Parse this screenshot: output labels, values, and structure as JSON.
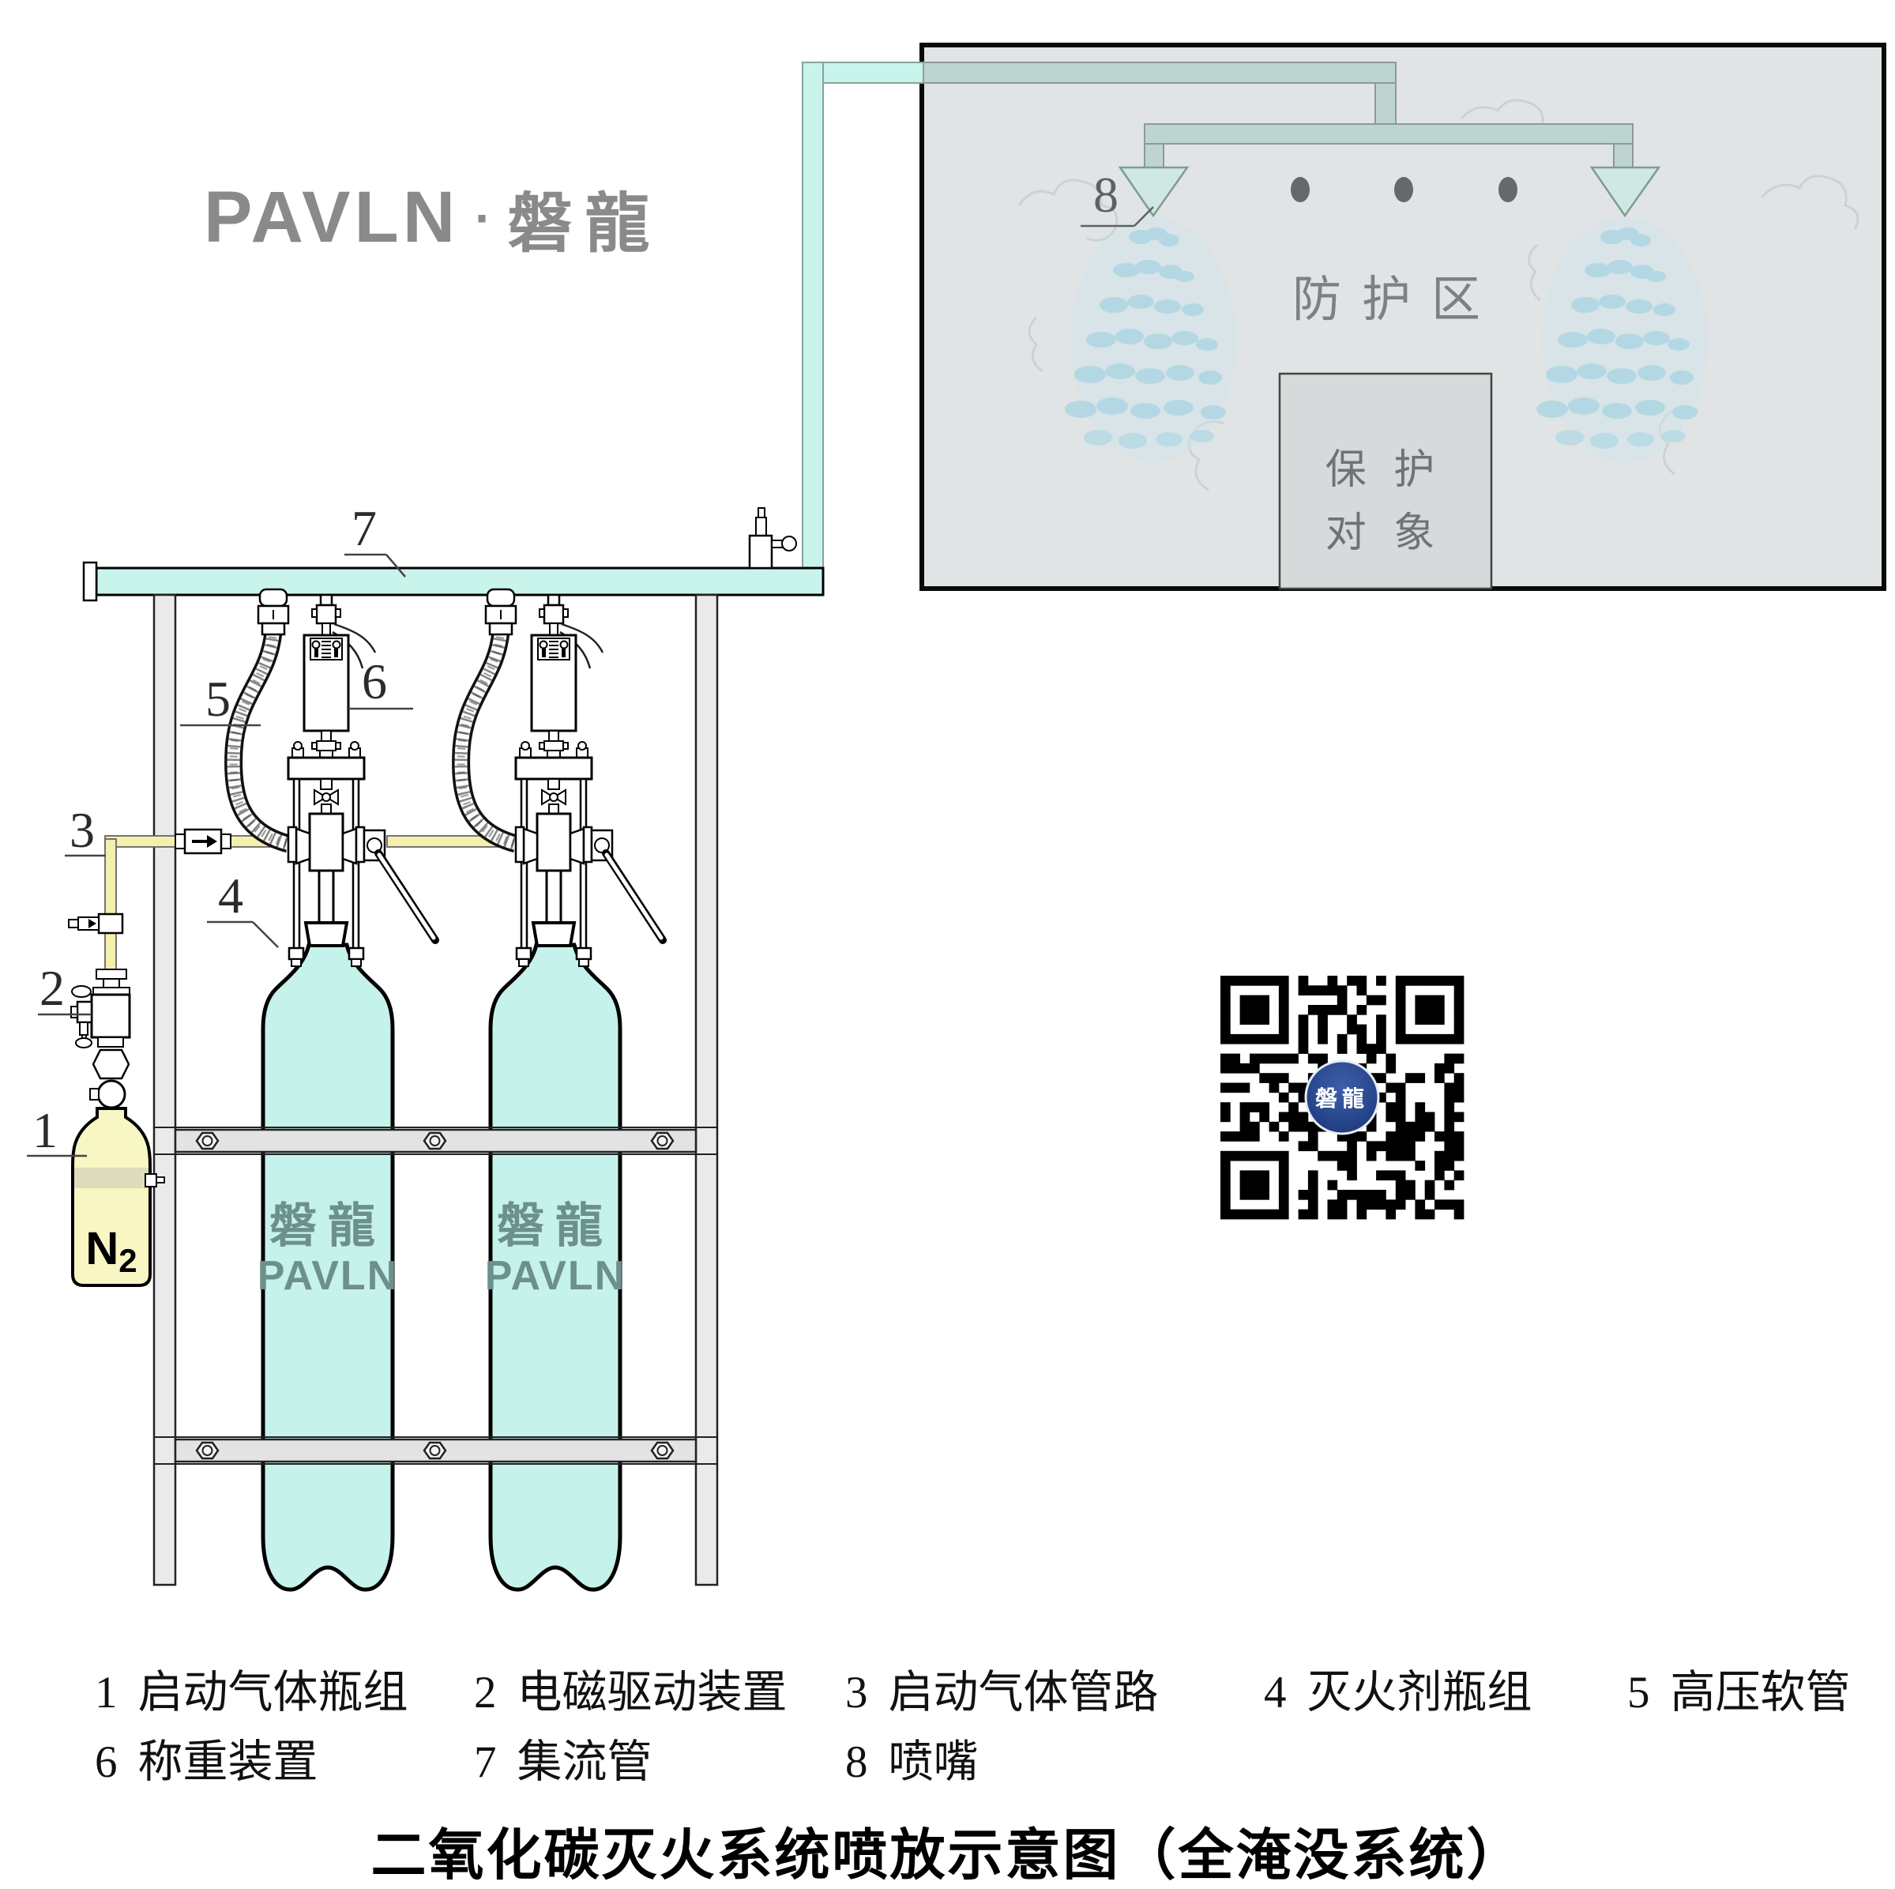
{
  "logo": {
    "latin": "PAVLN",
    "dot": "·",
    "cjk": "磐龍"
  },
  "zone": {
    "label": "防护区",
    "object_line1": "保 护",
    "object_line2": "对 象"
  },
  "cylinder_brand": {
    "cn": "磐龍",
    "en": "PAVLN"
  },
  "n2": {
    "main": "N",
    "sub": "2"
  },
  "part_labels": {
    "p1": "1",
    "p2": "2",
    "p3": "3",
    "p4": "4",
    "p5": "5",
    "p6": "6",
    "p7": "7",
    "p8": "8"
  },
  "legend": {
    "items": [
      {
        "num": "1",
        "text": "启动气体瓶组"
      },
      {
        "num": "2",
        "text": "电磁驱动装置"
      },
      {
        "num": "3",
        "text": "启动气体管路"
      },
      {
        "num": "4",
        "text": "灭火剂瓶组"
      },
      {
        "num": "5",
        "text": "高压软管"
      },
      {
        "num": "6",
        "text": "称重装置"
      },
      {
        "num": "7",
        "text": "集流管"
      },
      {
        "num": "8",
        "text": "喷嘴"
      }
    ]
  },
  "title": "二氧化碳灭火系统喷放示意图（全淹没系统）",
  "qr": {
    "center_text": "磐龍"
  },
  "colors": {
    "cylinder_teal": "#c5f2ea",
    "manifold_teal": "#c9f4ec",
    "zone_pipe_teal": "#bed4d0",
    "pipe_yellow": "#f3f0ad",
    "n2_yellow": "#f8f6c3",
    "zone_gray": "#e0e4e5",
    "spray_blue": "#aed7e3",
    "qr_blue": "#27468c",
    "logo_gray": "#8a8a8a"
  }
}
